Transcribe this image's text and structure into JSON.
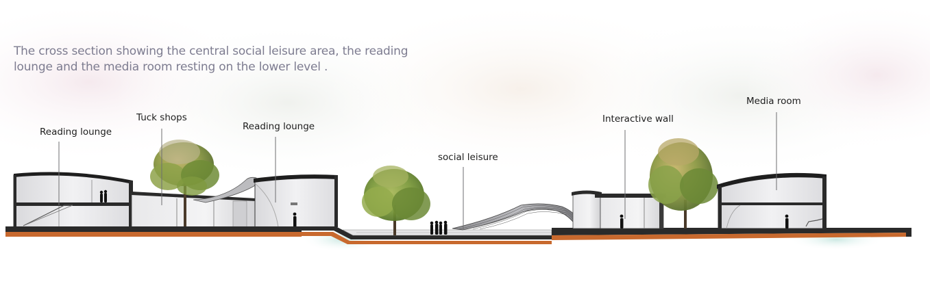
{
  "caption": {
    "line1": "The cross section showing the central social leisure area, the reading",
    "line2": "lounge and the media room resting on the lower level ."
  },
  "labels": {
    "reading_lounge_left": "Reading lounge",
    "tuck_shops": "Tuck shops",
    "reading_lounge_mid": "Reading lounge",
    "social_leisure": "social leisure",
    "interactive_wall": "Interactive wall",
    "media_room": "Media room"
  },
  "colors": {
    "ground_orange": "#c8692e",
    "ground_dark": "#2a2a2a",
    "building_wall": "#e4e4e6",
    "foliage_green": "#7c9a3c",
    "caption_text": "#7d7c90"
  }
}
